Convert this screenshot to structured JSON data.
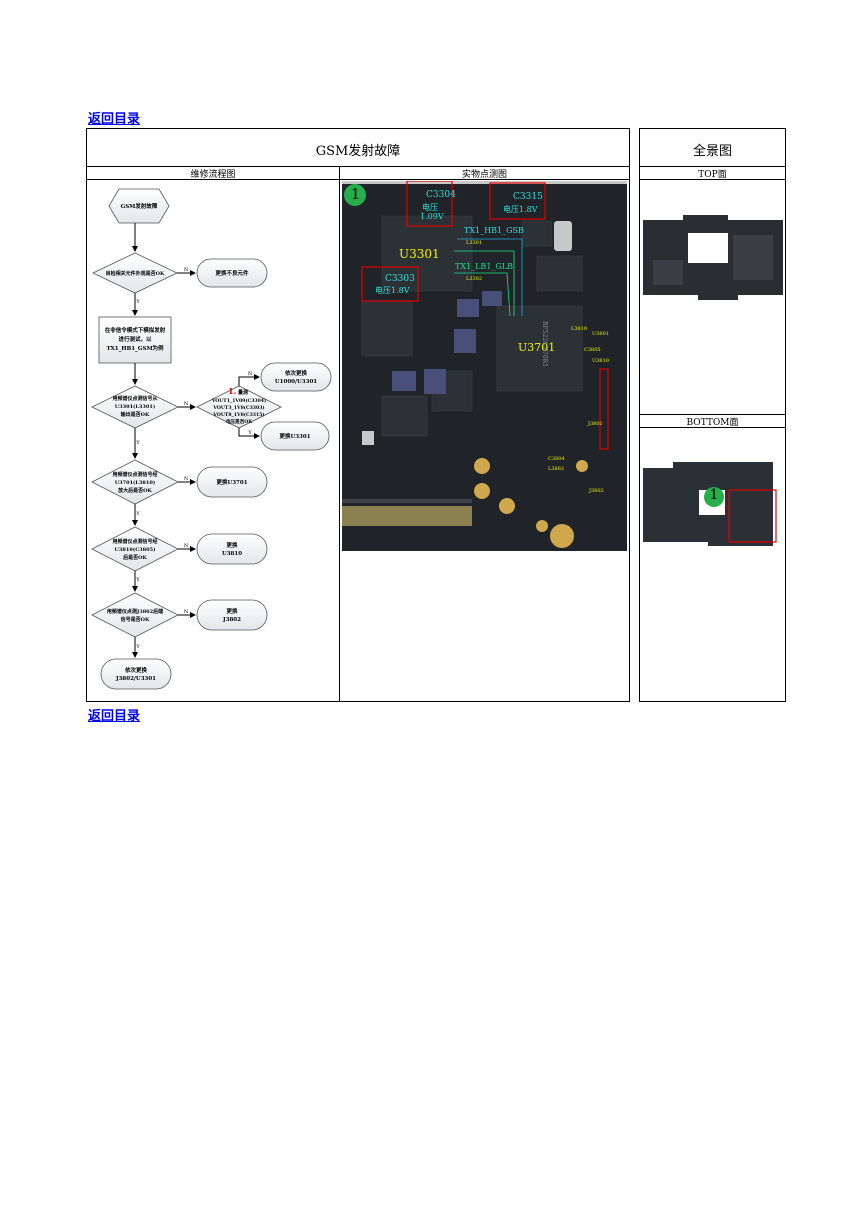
{
  "toc_link": "返回目录",
  "main_title": "GSM发射故障",
  "overview_title": "全景图",
  "col_flow": "维修流程图",
  "col_photo": "实物点测图",
  "top_label": "TOP面",
  "bottom_label": "BOTTOM面",
  "flow": {
    "start": "GSM发射故障",
    "q1": "目检相关元件外观是否OK",
    "a1": "更换不良元件",
    "step1_l1": "在非信令模式下模拟发射",
    "step1_l2": "进行测试，以",
    "step1_l3": "TX1_HB1_GSM为例",
    "q2_l1": "用频谱仪点测信号从",
    "q2_l2": "U3301(L3301)",
    "q2_l3": "输出是否OK",
    "q3_num": "1.",
    "q3_l1": "量测",
    "q3_l2": "VOUT1_1V09(C3304)",
    "q3_l3": "VOUT3_1V8(C3303)",
    "q3_l4": "VOUT8_1V8(C3315)",
    "q3_l5": "电压是否OK",
    "a3a_l1": "依次更换",
    "a3a_l2": "U1000/U3301",
    "a3b": "更换U3301",
    "q4_l1": "用频谱仪点测信号经",
    "q4_l2": "U3701(L3810)",
    "q4_l3": "放大后是否OK",
    "a4": "更换U3701",
    "q5_l1": "用频谱仪点测信号经",
    "q5_l2": "U3810(C3805)",
    "q5_l3": "后是否OK",
    "a5_l1": "更换",
    "a5_l2": "U3810",
    "q6_l1": "用频谱仪点测J3802后端",
    "q6_l2": "信号是否OK",
    "a6_l1": "更换",
    "a6_l2": "J3802",
    "end_l1": "依次更换",
    "end_l2": "J3802/U3301",
    "yes": "Y",
    "no": "N"
  },
  "photo": {
    "badge": "1",
    "c3304": "C3304",
    "c3304_v1": "电压",
    "c3304_v2": "1.09V",
    "c3315": "C3315",
    "c3315_v": "电压1.8V",
    "c3303": "C3303",
    "c3303_v": "电压1.8V",
    "u3301": "U3301",
    "u3701": "U3701",
    "tx_hb": "TX1_HB1_GSB",
    "tx_lb": "TX1_LB1_GLB",
    "l3301": "L3301",
    "l3302": "L3302",
    "l3810": "L3810",
    "u3801": "U3801",
    "c3805": "C3805",
    "u3810": "U3810",
    "j3801": "J3801",
    "j3802": "J3802",
    "c3804": "C3804",
    "l3802": "L3802",
    "chip_text": "RF5228 F70R1"
  },
  "overview_badge": "1"
}
